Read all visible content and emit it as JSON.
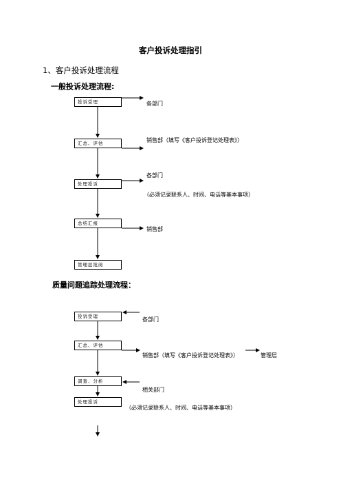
{
  "doc": {
    "title": "客户投诉处理指引",
    "section1": "1、客户投诉处理流程",
    "general": {
      "heading": "一般投诉处理流程:",
      "boxes": [
        "投诉受理",
        "汇总、评估",
        "处理投诉",
        "总结汇报",
        "管理层批阅"
      ],
      "labels": {
        "b1": "各部门",
        "b2": "销售部（填写《客户投诉登记处理表》）",
        "b3": "各部门",
        "b3_note": "（必须记录联系人、时间、电话等基本事项）",
        "b4": "销售部"
      }
    },
    "quality": {
      "heading": "质量问题追踪处理流程：",
      "boxes": [
        "投诉受理",
        "汇总、评估",
        "调查、分析",
        "处理投诉"
      ],
      "labels": {
        "b1": "各部门",
        "b2": "销售部（填写《客户投诉登记处理表》）",
        "b2_extra": "管理层",
        "b3": "相关部门",
        "b3_note": "（必须记录联系人、时间、电话等基本事项）"
      }
    }
  }
}
